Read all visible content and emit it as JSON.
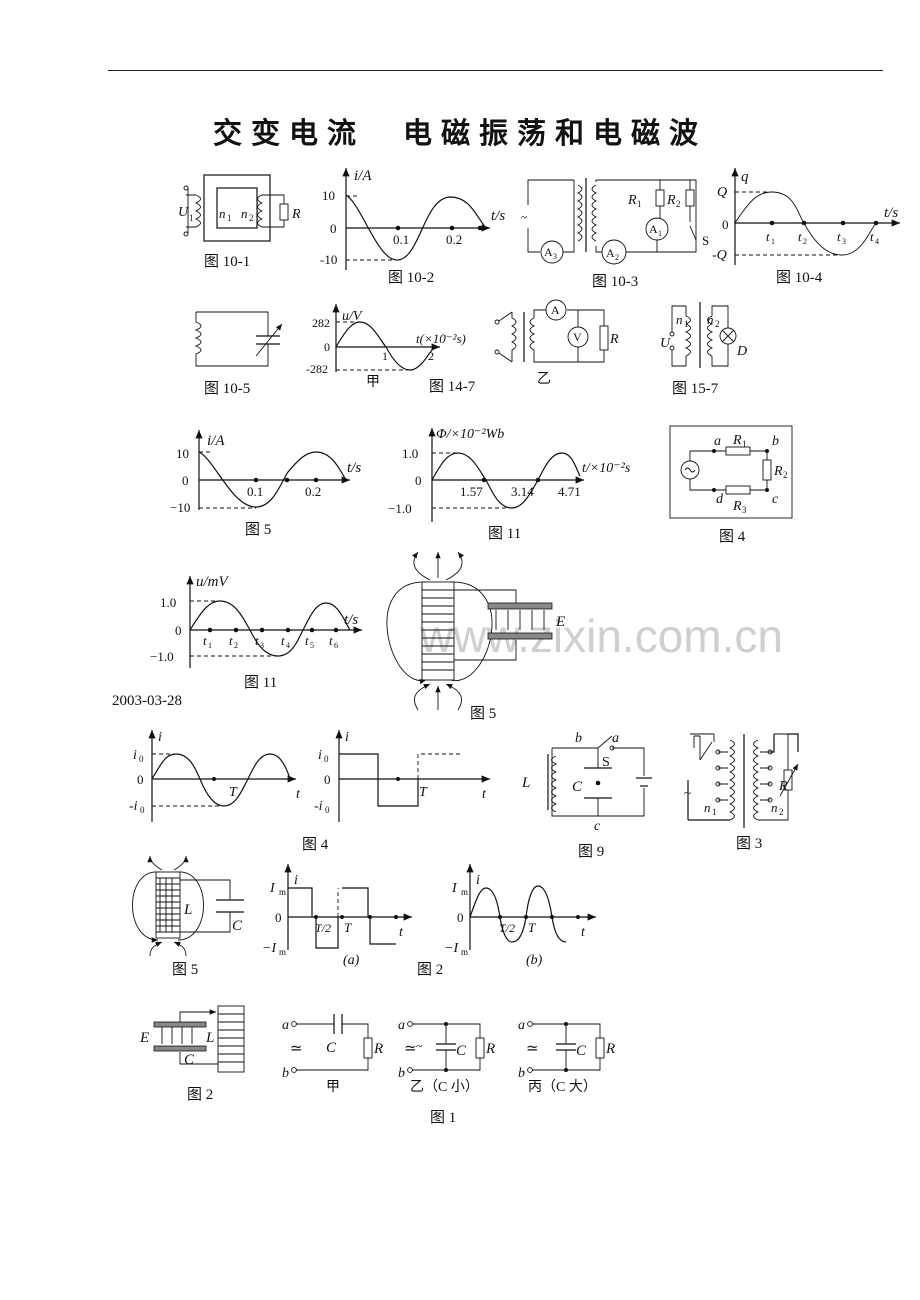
{
  "page": {
    "title": "交变电流　电磁振荡和电磁波",
    "date": "2003-03-28",
    "watermark": "www.zixin.com.cn"
  },
  "figures": [
    {
      "id": "fig10-1",
      "caption": "图 10-1",
      "labels": {
        "u": "U",
        "u_sub": "1",
        "n1": "n",
        "n1_sub": "1",
        "n2": "n",
        "n2_sub": "2",
        "r": "R"
      }
    },
    {
      "id": "fig10-2",
      "caption": "图 10-2",
      "labels": {
        "axis_y": "i/A",
        "axis_x": "t/s",
        "y_top": "10",
        "y_zero": "0",
        "y_bot": "-10",
        "x1": "0.1",
        "x2": "0.2"
      }
    },
    {
      "id": "fig10-3",
      "caption": "图 10-3",
      "labels": {
        "r1": "R",
        "r1_sub": "1",
        "r2": "R",
        "r2_sub": "2",
        "a1": "A",
        "a1_sub": "1",
        "a2": "A",
        "a2_sub": "2",
        "a3": "A",
        "a3_sub": "3",
        "s": "S"
      }
    },
    {
      "id": "fig10-4",
      "caption": "图 10-4",
      "labels": {
        "axis_y": "q",
        "axis_x": "t/s",
        "q_top": "Q",
        "zero": "0",
        "q_bot": "-Q",
        "t1": "t",
        "t2": "t",
        "t3": "t",
        "t4": "t",
        "s1": "1",
        "s2": "2",
        "s3": "3",
        "s4": "4"
      }
    },
    {
      "id": "fig10-5",
      "caption": "图 10-5"
    },
    {
      "id": "fig14-7",
      "caption": "图 14-7",
      "labels": {
        "axis_y": "u/V",
        "y_top": "282",
        "y_zero": "0",
        "y_bot": "-282",
        "axis_x": "t(×10⁻²s)",
        "x1": "1",
        "x2": "2",
        "jia": "甲",
        "yi": "乙",
        "r": "R",
        "a": "A",
        "v": "V"
      }
    },
    {
      "id": "fig15-7",
      "caption": "图 15-7",
      "labels": {
        "n1": "n",
        "n1_sub": "1",
        "n2": "n",
        "n2_sub": "2",
        "u": "U",
        "d": "D"
      }
    },
    {
      "id": "fig5a",
      "caption": "图 5",
      "labels": {
        "axis_y": "i/A",
        "axis_x": "t/s",
        "y_top": "10",
        "y_zero": "0",
        "y_bot": "−10",
        "x1": "0.1",
        "x2": "0.2"
      }
    },
    {
      "id": "fig11a",
      "caption": "图 11",
      "labels": {
        "axis_y": "Φ/×10⁻²Wb",
        "axis_x": "t/×10⁻²s",
        "y_top": "1.0",
        "y_zero": "0",
        "y_bot": "−1.0",
        "x1": "1.57",
        "x2": "3.14",
        "x3": "4.71"
      }
    },
    {
      "id": "fig4a",
      "caption": "图 4",
      "labels": {
        "a": "a",
        "b": "b",
        "c": "c",
        "d": "d",
        "r1": "R",
        "r1_sub": "1",
        "r2": "R",
        "r2_sub": "2",
        "r3": "R",
        "r3_sub": "3"
      }
    },
    {
      "id": "fig11b",
      "caption": "图 11",
      "labels": {
        "axis_y": "u/mV",
        "axis_x": "t/s",
        "y_top": "1.0",
        "y_zero": "0",
        "y_bot": "−1.0",
        "t": "t",
        "s1": "1",
        "s2": "2",
        "s3": "3",
        "s4": "4",
        "s5": "5",
        "s6": "6"
      }
    },
    {
      "id": "fig5b",
      "caption": "图 5",
      "labels": {
        "e": "E"
      }
    },
    {
      "id": "fig4b",
      "caption": "图 4",
      "labels": {
        "i": "i",
        "i0": "i",
        "i0_sub": "0",
        "zero": "0",
        "ni0": "-i",
        "ni0_sub": "0",
        "T": "T",
        "t": "t"
      }
    },
    {
      "id": "fig9",
      "caption": "图 9",
      "labels": {
        "L": "L",
        "C": "C",
        "S": "S",
        "a": "a",
        "b": "b",
        "c": "c"
      }
    },
    {
      "id": "fig3",
      "caption": "图 3",
      "labels": {
        "n1": "n",
        "n1_sub": "1",
        "n2": "n",
        "n2_sub": "2",
        "r": "R"
      }
    },
    {
      "id": "fig5c",
      "caption": "图 5",
      "labels": {
        "L": "L",
        "C": "C"
      }
    },
    {
      "id": "fig2a",
      "caption": "图 2",
      "labels": {
        "Im": "I",
        "Im_sub": "m",
        "nIm": "−I",
        "nIm_sub": "m",
        "i": "i",
        "zero": "0",
        "half": "T/2",
        "T": "T",
        "t": "t",
        "a": "(a)",
        "b": "(b)"
      }
    },
    {
      "id": "fig2b",
      "caption": "图 2",
      "labels": {
        "E": "E",
        "L": "L",
        "C": "C"
      }
    },
    {
      "id": "fig1",
      "caption": "图 1",
      "labels": {
        "a": "a",
        "b": "b",
        "C": "C",
        "R": "R",
        "jia": "甲",
        "yi": "乙（C 小）",
        "bing": "丙（C 大）"
      }
    }
  ]
}
